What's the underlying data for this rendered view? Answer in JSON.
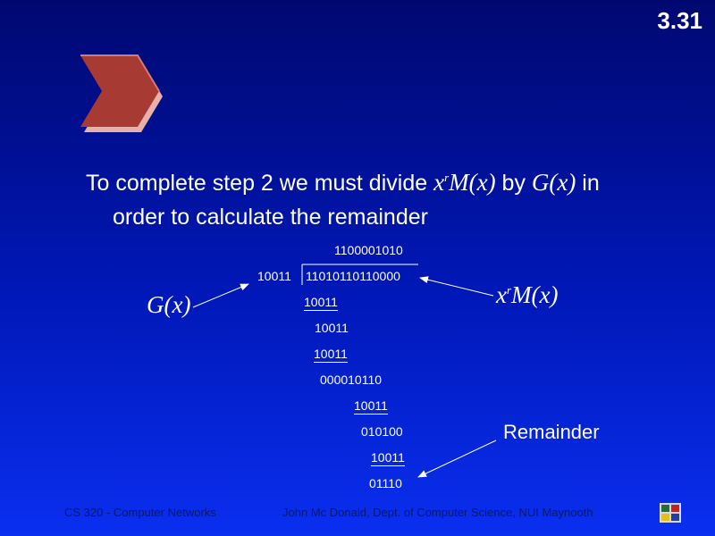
{
  "slide_number": "3.31",
  "main_text": {
    "prefix": "To complete step 2 we must divide ",
    "dividend_x": "x",
    "dividend_sup": "r",
    "dividend_rest": "M(x)",
    "by": " by ",
    "divisor": "G(x)",
    "suffix": " in",
    "line2": "order to calculate the remainder"
  },
  "division": {
    "quotient": "1100001010",
    "divisor_bits": "10011",
    "dividend_bits": "11010110110000",
    "steps": [
      "10011",
      "10011",
      "10011",
      "000010110",
      "10011",
      "010100",
      "10011",
      "01110"
    ]
  },
  "labels": {
    "gx": "G(x)",
    "xrmx_x": "x",
    "xrmx_sup": "r",
    "xrmx_rest": "M(x)",
    "remainder": "Remainder"
  },
  "footer": {
    "course": "CS 320 - Computer Networks",
    "author": "John Mc Donald, Dept. of Computer Science, NUI Maynooth"
  },
  "colors": {
    "background_top": "#000870",
    "background_bottom": "#0a2ff0",
    "chevron": "#a83a34",
    "text": "#ffffff",
    "footer_text": "#0a1a60"
  }
}
